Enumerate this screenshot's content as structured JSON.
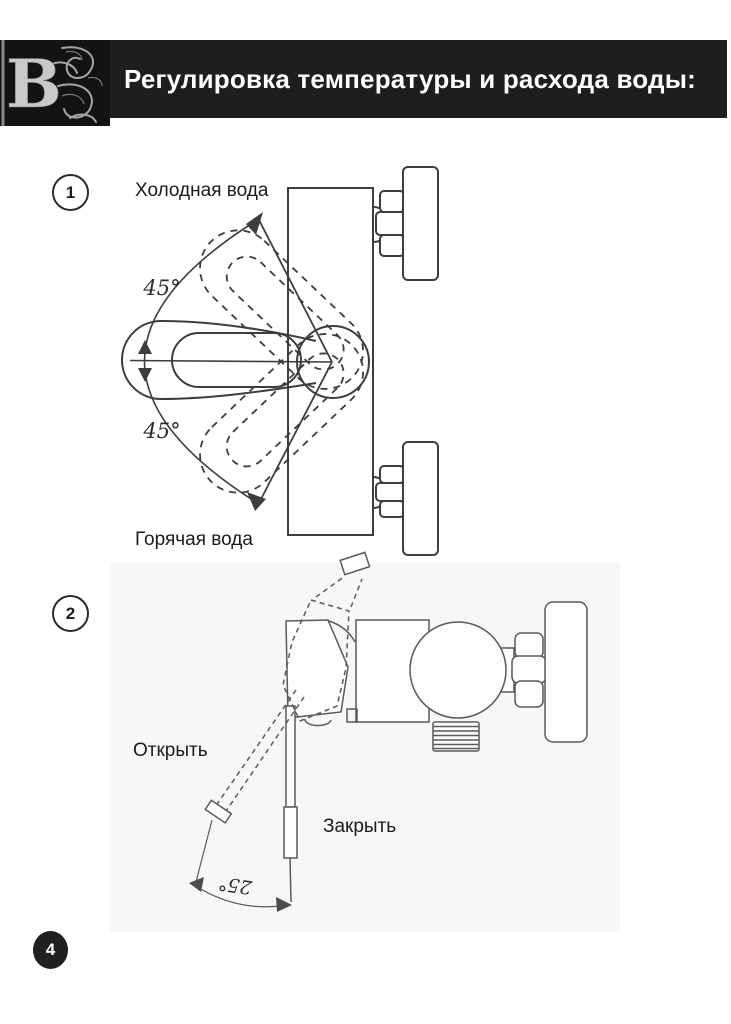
{
  "header": {
    "title": "Регулировка температуры и расхода воды:",
    "ornament_letter": "В",
    "bg_color": "#1f1d1e",
    "ornament_bg_color": "#141213",
    "text_color": "#ffffff"
  },
  "step1": {
    "number": "1",
    "label_top": "Холодная вода",
    "label_bottom": "Горячая вода",
    "angle_top": "45°",
    "angle_bottom": "45°"
  },
  "step2": {
    "number": "2",
    "label_open": "Открыть",
    "label_close": "Закрыть",
    "angle": "25°"
  },
  "footer": {
    "page_number": "4"
  },
  "colors": {
    "diagram1_stroke": "#3d3d3d",
    "diagram2_stroke": "#5a5a5a",
    "panel_bg": "#f7f7f8",
    "page_badge_bg": "#221f20"
  }
}
